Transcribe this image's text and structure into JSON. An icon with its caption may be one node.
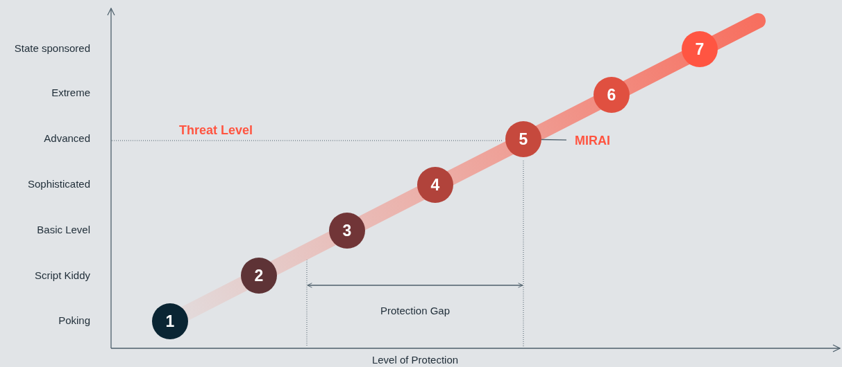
{
  "diagram": {
    "nodes": [
      {
        "text": [
          "1"
        ]
      },
      {
        "text": [
          "2"
        ]
      },
      {
        "text": [
          "3"
        ]
      },
      {
        "text": [
          "4"
        ]
      },
      {
        "text": [
          "5"
        ]
      },
      {
        "text": [
          "6"
        ]
      },
      {
        "text": [
          "7"
        ]
      },
      {
        "text": [
          "MIRAI"
        ]
      }
    ],
    "edges": [
      {
        "from": 7,
        "to": 4,
        "arrow": "none"
      }
    ],
    "labels": [
      "State sponsored",
      "Extreme",
      "Advanced",
      "Sophisticated",
      "Basic Level",
      "Script Kiddy",
      "Poking",
      "Threat Level",
      "Protection Gap",
      "Level of Protection"
    ]
  }
}
